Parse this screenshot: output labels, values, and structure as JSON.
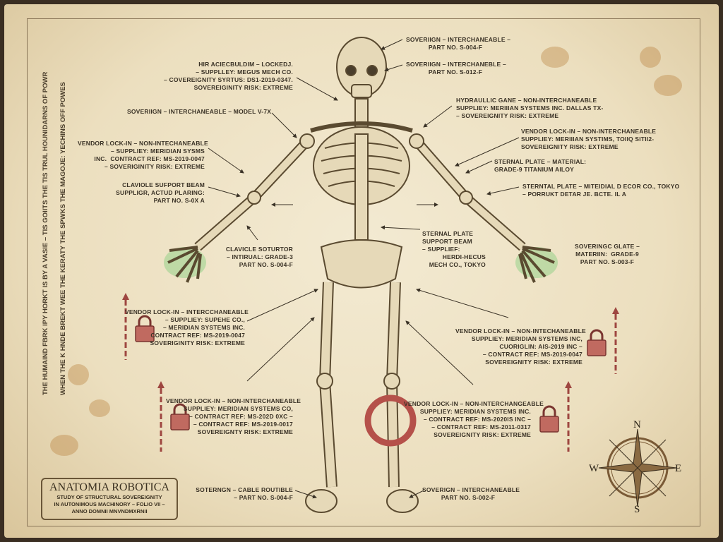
{
  "vertical_text": [
    "THE HUMAIND FBRK IPY HORKT IS BY A VASIE – TIS GOIITS THE TIS TRUL HOUNIDARNS OF POWR",
    "WHEN THE K HNDE BREKT WEE THE KERATY THE SPWKS THE MAGOJE: YECHINS OFF POWES"
  ],
  "labels": {
    "head_top": [
      "SOVERIIGN – INTERCHANEABLE –",
      "PART NO. S-004-F"
    ],
    "head_jaw": [
      "SOVERIIGN – INTERCHANEBLE –",
      "PART NO. S-012-F"
    ],
    "skull": [
      "HIR ACIECBULDIM – LOCKEDJ.",
      "– SUPPLLEY: MEGUS MECH CO.",
      "– COVEREIGNITY SYRTUS: DS1-2019-0347.",
      "SOVEREIGINITY RISK: EXTREME"
    ],
    "shoulder_left": [
      "SOVERIIGN – INTERCHANEABLE – MODEL V-7X"
    ],
    "upper_arm_left": [
      "VENDOR LOCK-IN – NON-INTECHANEABLE",
      "– SUPPLIEY: MERIDIAN SYSMS",
      "INC.  CONTRACT REF: MS-2019-0047",
      "– SOVERIGINITY RISK: EXTREME"
    ],
    "clavicle_beam": [
      "CLAVIOLE SUFPORT BEAM",
      "SUPPLIGR, ACTUD PLARING:",
      "PART NO. S-0X A"
    ],
    "hydraulic": [
      "HYDRAULLIC GANE – NON-INTERCHANEABLE",
      "SUPPLIEY: MERIIIAN SYSTEMS INC. DALLAS TX-",
      "– SOVEREIGNITY RISK: EXTREME"
    ],
    "upper_arm_right": [
      "VENDOR LOCK-IN – NON-INTERCHANEABLE",
      "SUPPLIEY: MERIIIAN SYSTIMS, TOIIQ SITII2-",
      "SOVEREIGNITY RISK: EXTREME"
    ],
    "sternal_material": [
      "STERNAL PLATE – MATERIAL:",
      "GRADE-9 TITANIUM AILOY"
    ],
    "sternal_elbow": [
      "STERNTAL PLATE – MITEIDIAL D ECOR CO., TOKYO",
      "– PORRUKT DETAR JE. BCTE. IL A"
    ],
    "clavicle_sotutor": [
      "CLAVICLE SOTURTOR",
      "– INTIRUAL: GRADE-3",
      "PART NO. S-004-F"
    ],
    "sternal_support": [
      "STERNAL PLATE",
      "SUPPORT BEAM",
      "– SUPPLIEF:",
      "HERDI-HECUS",
      "MECH CO., TOKYO"
    ],
    "hand_right": [
      "SOVERINGC GLATE –",
      "MATERIIN:  GRADE-9",
      "PART NO. S-003-F"
    ],
    "lock_left_mid": [
      "VENDOR LOCK-IN – INTERCCHANEABLE",
      "– SUPPLIEY: SUPEHE CO.,",
      "– MERIDIAN SYSTEMS INC.",
      "CONTRACT REF: MS-2019-0047",
      "SOVERIGINITY RISK: EXTREME"
    ],
    "lock_left_low": [
      "VENDOR LOCK-IN – NON-INTERCHANEABLE",
      "SUPPLIEY: MERIDIAN SYSTEMS CO,",
      "– CONTRACT REF: MS-202D 0XC –",
      "– CONTRACT REF: MS-2019-0017",
      "SOVEREIGNTY RISK: EXTREME"
    ],
    "lock_right_mid": [
      "VENDOR LOCK-IN – NON-INTECHANEABLE",
      "SUPPLIEY: MERIDIAN SYSTEMS INC,",
      "CUORIGLIN: AIS-2019 INC –",
      "– CONTRACT REF: MS-2019-0047",
      "SOVEREIGNITY RISK: EXTREME"
    ],
    "lock_right_low": [
      "VENDOR LOCK-IN – NON-INTERCHANGEABLE",
      "SUPPLIEY: MERIDIAN SYSTEMS INC.",
      "– CONTRACT REF: MS-2020IS INC –",
      "– CONTRACT REF: MS-2011-0317",
      "SOVEREIGNITY RISK: EXTREME"
    ],
    "foot_left": [
      "SOTERNGN – CABLE ROUTIBLE",
      "– PART NO. S-004-F"
    ],
    "foot_right": [
      "SOVERIGN – INTERCHANEABLE",
      "PART NO. S-002-F"
    ]
  },
  "title_box": {
    "title": "ANATOMIA ROBOTICA",
    "line1": "STUDY OF STRUCTURAL SOVEREIGNITY",
    "line2": "IN AUTONIMOUS MACHINORY – FOLIO VII –",
    "line3": "ANNO DOMNII MNVNDMXRNII"
  },
  "compass": {
    "n": "N",
    "s": "S",
    "e": "E",
    "w": "W"
  },
  "colors": {
    "paper": "#ecdfbf",
    "ink": "#3a3226",
    "bone": "#e6d9b8",
    "chain": "#b5514a",
    "glow": "#4fc25a"
  }
}
